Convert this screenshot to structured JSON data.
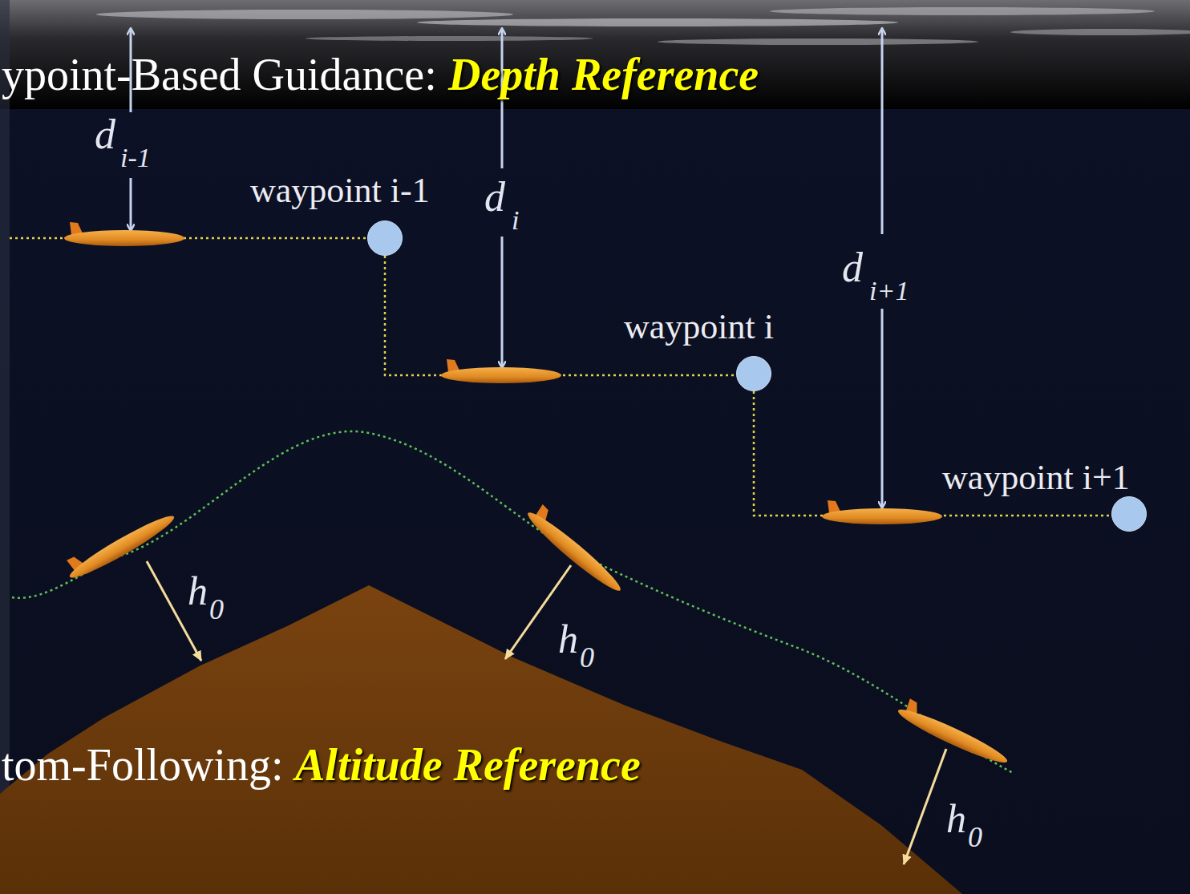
{
  "diagram": {
    "nodes": [
      {
        "text": [
          "waypoint i-1"
        ]
      },
      {
        "text": [
          "waypoint i"
        ]
      },
      {
        "text": [
          "waypoint i+1"
        ]
      }
    ],
    "edges": [
      {
        "from": 0,
        "to": 1,
        "arrow": "none"
      },
      {
        "from": 1,
        "to": 2,
        "arrow": "none"
      }
    ],
    "labels": [
      "ypoint-Based Guidance:",
      "Depth Reference",
      "d",
      "i-1",
      "d",
      "i",
      "d",
      "i+1",
      "h",
      "0",
      "h",
      "0",
      "h",
      "0",
      "tom-Following:",
      "Altitude Reference"
    ]
  }
}
